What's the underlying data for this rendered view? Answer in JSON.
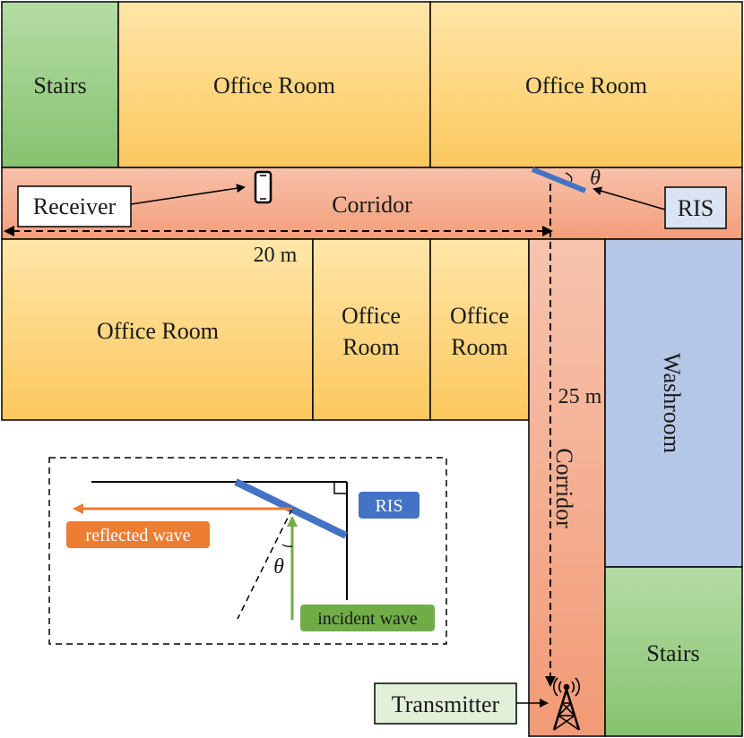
{
  "rooms": {
    "stairs_top": "Stairs",
    "office_top_left": "Office Room",
    "office_top_right": "Office Room",
    "corridor_horizontal": "Corridor",
    "office_mid_left": "Office Room",
    "office_mid_2_line1": "Office",
    "office_mid_2_line2": "Room",
    "office_mid_3_line1": "Office",
    "office_mid_3_line2": "Room",
    "washroom": "Washroom",
    "corridor_vertical": "Corridor",
    "stairs_bottom": "Stairs"
  },
  "callouts": {
    "receiver": "Receiver",
    "ris": "RIS",
    "transmitter": "Transmitter"
  },
  "dimensions": {
    "horizontal": "20 m",
    "vertical": "25 m"
  },
  "angle_symbol": "θ",
  "inset": {
    "ris_label": "RIS",
    "reflected_label": "reflected wave",
    "incident_label": "incident wave",
    "angle_symbol": "θ"
  },
  "colors": {
    "office": "#FFD37A",
    "stairs": "#8DC77A",
    "corridor": "#F4A585",
    "washroom": "#B4C7E7",
    "ris": "#4472C4",
    "reflected": "#ED7D31",
    "incident": "#70AD47",
    "receiver_box": "#FFFFFF",
    "ris_box": "#DAE3F3",
    "transmitter_box": "#E2F0D9"
  },
  "icons": {
    "receiver": "phone-icon",
    "transmitter": "antenna-tower-icon"
  }
}
